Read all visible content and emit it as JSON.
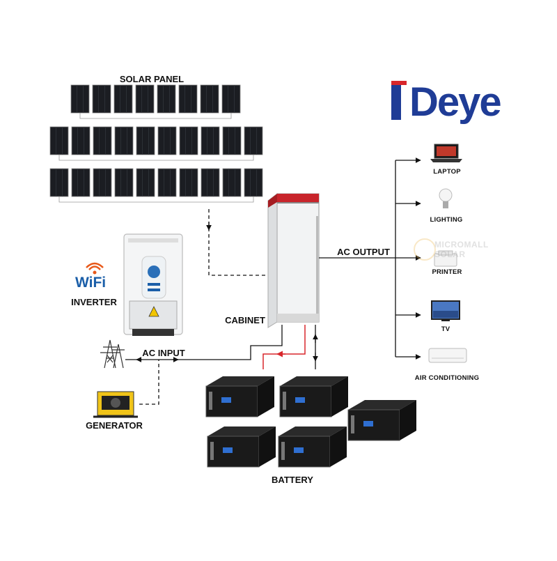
{
  "brand": {
    "name": "Deye",
    "watermark_line1": "MICROMALL",
    "watermark_line2": "SOLAR"
  },
  "labels": {
    "solar_panel": "SOLAR PANEL",
    "wifi": "WiFi",
    "inverter": "INVERTER",
    "cabinet": "CABINET",
    "ac_input": "AC INPUT",
    "generator": "GENERATOR",
    "battery": "BATTERY",
    "ac_output": "AC OUTPUT"
  },
  "loads": [
    {
      "label": "LAPTOP",
      "icon": "laptop-icon"
    },
    {
      "label": "LIGHTING",
      "icon": "light-bulb-icon"
    },
    {
      "label": "PRINTER",
      "icon": "printer-icon"
    },
    {
      "label": "TV",
      "icon": "tv-icon"
    },
    {
      "label": "AIR CONDITIONING",
      "icon": "air-conditioner-icon"
    }
  ],
  "solar_array": {
    "rows": [
      8,
      10,
      10
    ]
  },
  "battery_count": 5,
  "colors": {
    "brand_blue": "#1f3c96",
    "brand_red": "#d8262b",
    "panel": "#1b1d22",
    "dc_line": "#d8262b",
    "cabinet_top": "#c8242b",
    "battery": "#1a1a1a",
    "battery_display": "#2f6fd1"
  }
}
